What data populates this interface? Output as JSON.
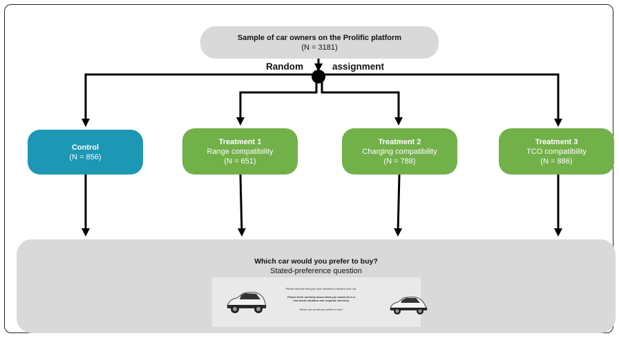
{
  "sample": {
    "title": "Sample of car owners on the Prolific platform",
    "n": "(N = 3181)"
  },
  "assignment": {
    "left": "Random",
    "right": "assignment"
  },
  "groups": [
    {
      "title": "Control",
      "subtitle": "",
      "n": "(N = 856)"
    },
    {
      "title": "Treatment 1",
      "subtitle": "Range compatibility",
      "n": "(N = 651)"
    },
    {
      "title": "Treatment 2",
      "subtitle": "Charging compatibility",
      "n": "(N = 788)"
    },
    {
      "title": "Treatment 3",
      "subtitle": "TCO compatibility",
      "n": "(N = 886)"
    }
  ],
  "question": {
    "title": "Which car would you prefer to buy?",
    "subtitle": "Stated-preference question",
    "survey": {
      "line1": "Please assume that you have decided to replace your car.",
      "line2a": "Please think carefully about what you would do in a",
      "line2b": "real-world situation and respond sincerely.",
      "line3": "Which car would you prefer to buy?"
    }
  },
  "colors": {
    "control": "#1c97b4",
    "treatment": "#72b04a",
    "neutral": "#d9d9d9",
    "arrow": "#000000"
  }
}
